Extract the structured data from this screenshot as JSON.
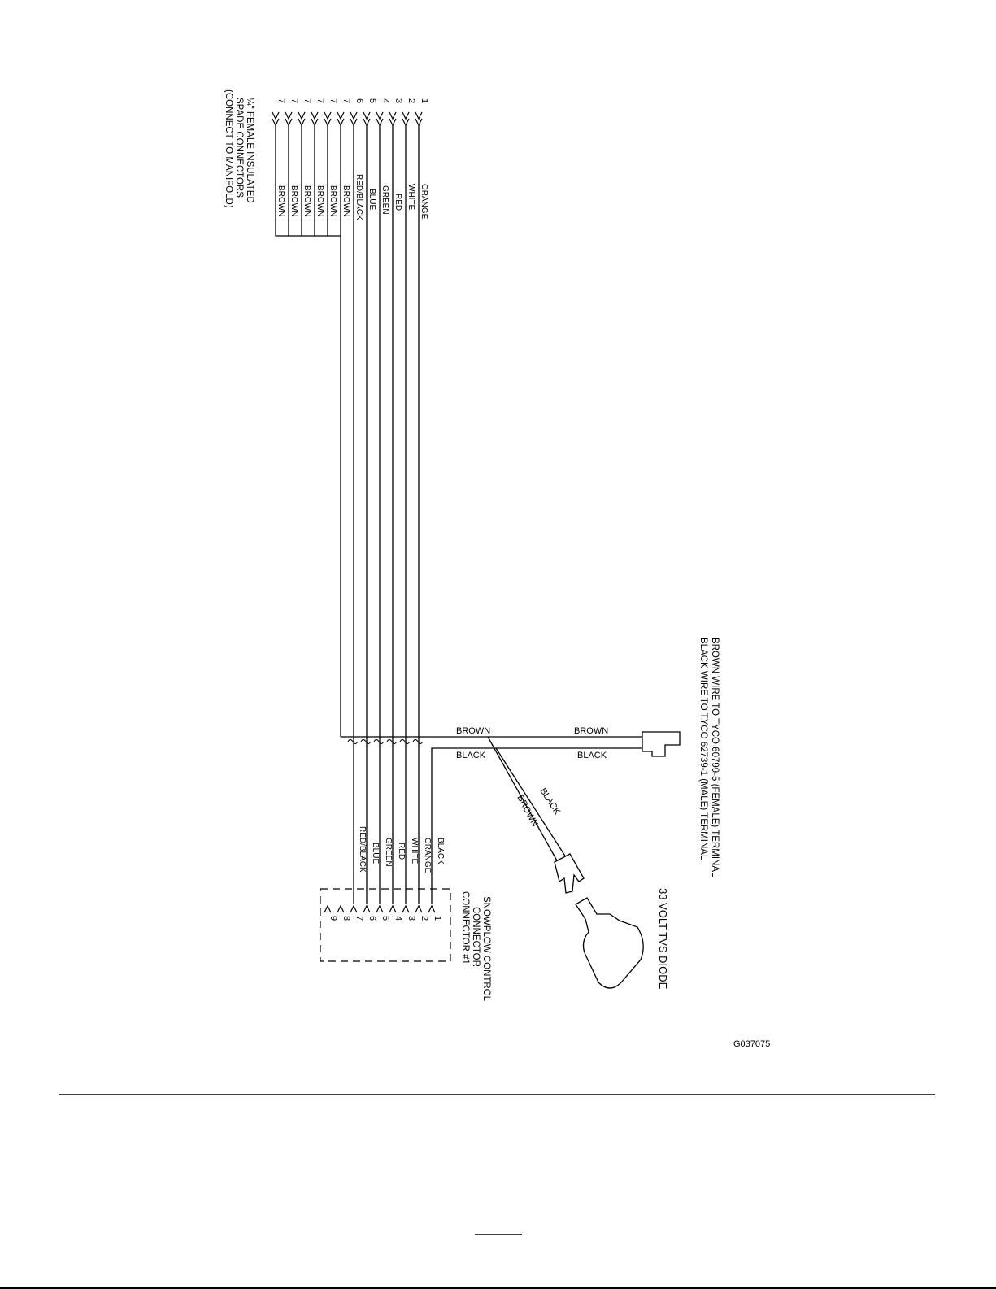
{
  "spade_note": {
    "line1": "¼\" FEMALE INSULATED",
    "line2": "SPADE CONNECTORS",
    "line3": "(CONNECT TO MANIFOLD)"
  },
  "spade_wires": [
    {
      "pin": "1",
      "color": "ORANGE"
    },
    {
      "pin": "2",
      "color": "WHITE"
    },
    {
      "pin": "3",
      "color": "RED"
    },
    {
      "pin": "4",
      "color": "GREEN"
    },
    {
      "pin": "5",
      "color": "BLUE"
    },
    {
      "pin": "6",
      "color": "RED/BLACK"
    },
    {
      "pin": "7",
      "color": "BROWN"
    },
    {
      "pin": "7",
      "color": "BROWN"
    },
    {
      "pin": "7",
      "color": "BROWN"
    },
    {
      "pin": "7",
      "color": "BROWN"
    },
    {
      "pin": "7",
      "color": "BROWN"
    },
    {
      "pin": "7",
      "color": "BROWN"
    }
  ],
  "branch_labels": {
    "brown_left": "BROWN",
    "brown_right": "BROWN",
    "black_left": "BLACK",
    "black_right": "BLACK",
    "diode_black": "BLACK",
    "diode_brown": "BROWN"
  },
  "tyco_note": {
    "line1": "BROWN  WIRE  TO  TYCO  60799-5  (FEMALE)  TERMINAL",
    "line2": "BLACK  WIRE  TO  TYCO  62739-1  (MALE)  TERMINAL"
  },
  "diode_label": "33  VOLT  TVS  DIODE",
  "connector_wires": [
    {
      "color": "BLACK"
    },
    {
      "color": "ORANGE"
    },
    {
      "color": "WHITE"
    },
    {
      "color": "RED"
    },
    {
      "color": "GREEN"
    },
    {
      "color": "BLUE"
    },
    {
      "color": "RED/BLACK"
    }
  ],
  "connector_pins": [
    "1",
    "2",
    "3",
    "4",
    "5",
    "6",
    "7",
    "8",
    "9"
  ],
  "connector_title": {
    "line1": "SNOWPLOW  CONTROL",
    "line2": "CONNECTOR",
    "line3": "CONNECTOR  #1"
  },
  "figure_id": "G037075"
}
